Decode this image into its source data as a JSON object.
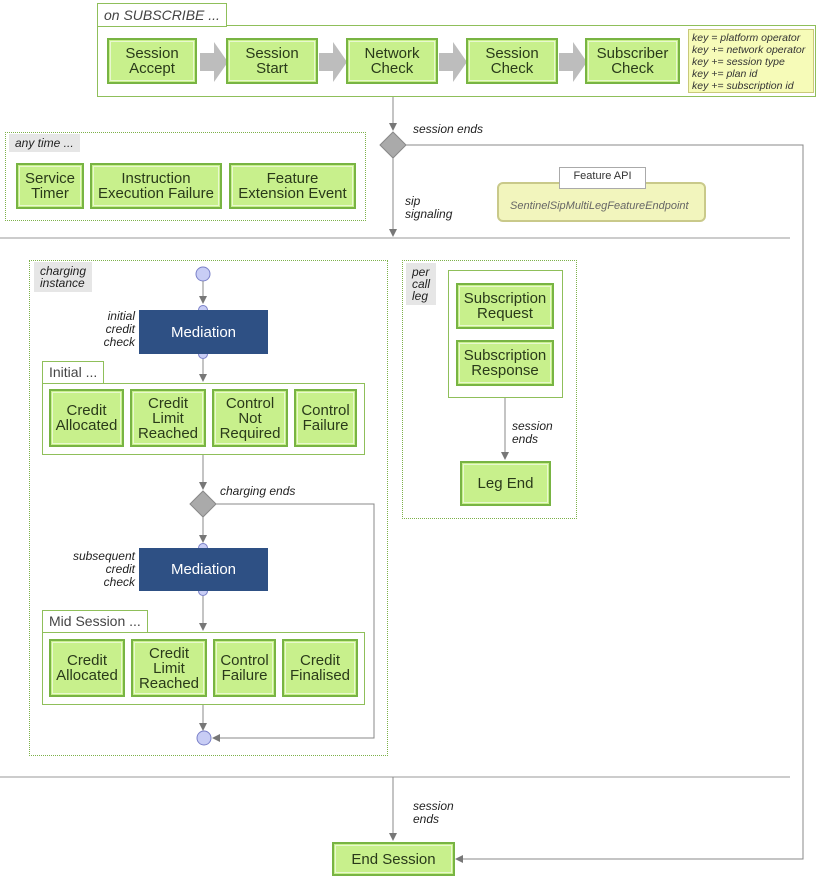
{
  "subscribe": {
    "title": "on SUBSCRIBE ...",
    "steps": [
      "Session\nAccept",
      "Session\nStart",
      "Network\nCheck",
      "Session\nCheck",
      "Subscriber\nCheck"
    ],
    "keys": [
      "key = platform operator",
      "key += network operator",
      "key += session type",
      "key += plan id",
      "key += subscription id"
    ]
  },
  "labels": {
    "session_ends_top": "session ends",
    "sip_signaling": "sip\nsignaling",
    "initial_credit_check": "initial\ncredit\ncheck",
    "charging_ends": "charging ends",
    "subsequent_credit_check": "subsequent\ncredit\ncheck",
    "session_ends_leg": "session\nends",
    "session_ends_bottom": "session\nends"
  },
  "any_time": {
    "title": "any time ...",
    "items": [
      "Service\nTimer",
      "Instruction\nExecution Failure",
      "Feature\nExtension Event"
    ]
  },
  "feature_api": {
    "title": "Feature API",
    "endpoint": "SentinelSipMultiLegFeatureEndpoint"
  },
  "charging": {
    "title": "charging\ninstance",
    "mediation": "Mediation",
    "initial_title": "Initial ...",
    "initial_items": [
      "Credit\nAllocated",
      "Credit\nLimit\nReached",
      "Control\nNot\nRequired",
      "Control\nFailure"
    ],
    "mid_title": "Mid Session ...",
    "mid_items": [
      "Credit\nAllocated",
      "Credit\nLimit\nReached",
      "Control\nFailure",
      "Credit\nFinalised"
    ]
  },
  "per_call_leg": {
    "title": "per\ncall\nleg",
    "items": [
      "Subscription\nRequest",
      "Subscription\nResponse"
    ],
    "leg_end": "Leg End"
  },
  "end_session": "End Session",
  "colors": {
    "box_fill": "#c8f08c",
    "box_border": "#78b443",
    "mediation": "#2e5084",
    "connector": "#888888",
    "decision": "#aaaaaa",
    "node": "#c8cdf5"
  }
}
